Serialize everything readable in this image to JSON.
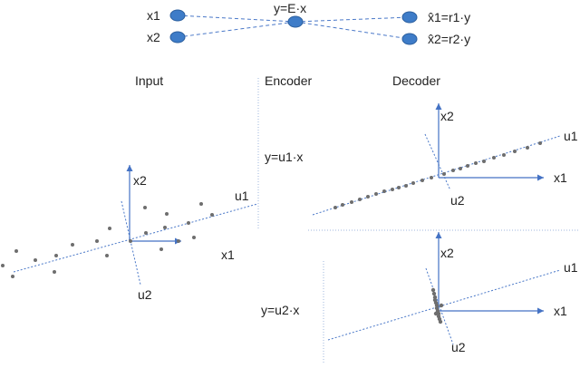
{
  "colors": {
    "node_fill": "#3e7cc8",
    "node_stroke": "#2c5f9e",
    "axis": "#4472c4",
    "dashed": "#4a78c8",
    "point": "#6e6e6e",
    "divider": "#9fb7dc",
    "text": "#222222"
  },
  "network": {
    "inputs": [
      "x1",
      "x2"
    ],
    "hidden": "y=E·x",
    "outputs": [
      "x̂1=r1·y",
      "x̂2=r2·y"
    ]
  },
  "panels": {
    "input_title": "Input",
    "encoder_title": "Encoder",
    "decoder_title": "Decoder"
  },
  "encoder_labels": {
    "u1_projection": "y=u1·x",
    "u2_projection": "y=u2·x"
  },
  "axis_labels": {
    "x1": "x1",
    "x2": "x2",
    "u1": "u1",
    "u2": "u2"
  }
}
